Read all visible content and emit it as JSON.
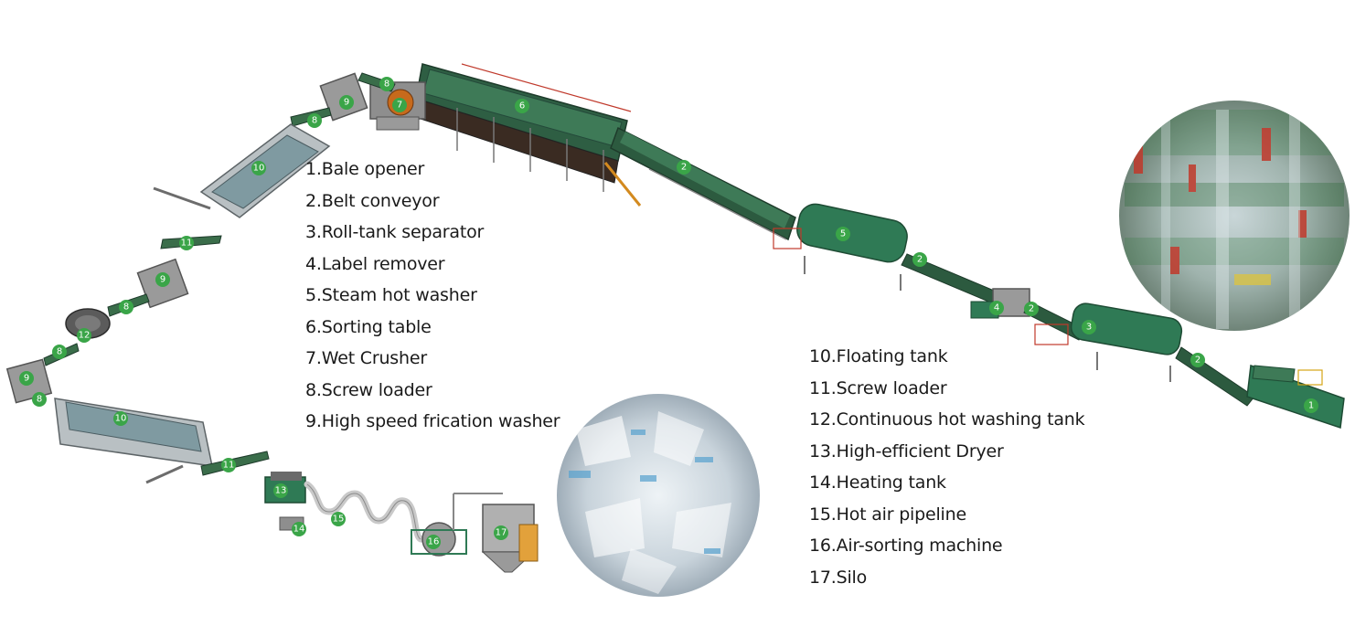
{
  "legend_left": [
    "1.Bale opener",
    "2.Belt conveyor",
    "3.Roll-tank separator",
    "4.Label remover",
    "5.Steam hot washer",
    "6.Sorting table",
    "7.Wet Crusher",
    "8.Screw loader",
    "9.High speed frication washer"
  ],
  "legend_right": [
    "10.Floating tank",
    "11.Screw loader",
    "12.Continuous hot washing tank",
    "13.High-efficient Dryer",
    "14.Heating tank",
    "15.Hot air pipeline",
    "16.Air-sorting machine",
    "17.Silo"
  ],
  "markers": [
    "1",
    "2",
    "2",
    "2",
    "2",
    "3",
    "4",
    "5",
    "6",
    "7",
    "8",
    "8",
    "8",
    "8",
    "8",
    "9",
    "9",
    "9",
    "10",
    "10",
    "11",
    "11",
    "12",
    "13",
    "14",
    "15",
    "16",
    "17"
  ],
  "photos": [
    {
      "name": "bottle-bales-photo"
    },
    {
      "name": "pet-flakes-photo"
    }
  ],
  "colors": {
    "machine_green": "#2f7a55",
    "belt_green": "#3a6d4a",
    "frame_grey": "#8c8c8c",
    "badge_green": "#3aa548",
    "rail_red": "#c0392b"
  }
}
